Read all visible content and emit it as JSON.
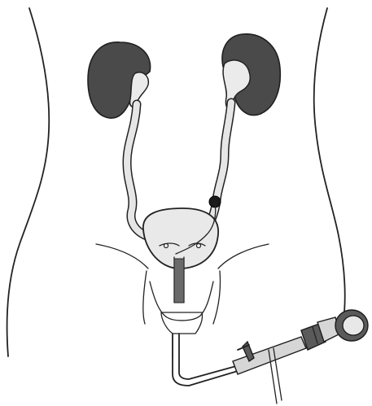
{
  "diagram": {
    "parts": [
      "left-kidney",
      "right-kidney",
      "left-ureter",
      "right-ureter",
      "ureteral-stone",
      "bladder",
      "urethra",
      "ureteroscope"
    ],
    "colors": {
      "kidney": "#4a4a4a",
      "organ_fill": "#e9e9e9",
      "outline": "#222222",
      "background": "#ffffff"
    }
  }
}
